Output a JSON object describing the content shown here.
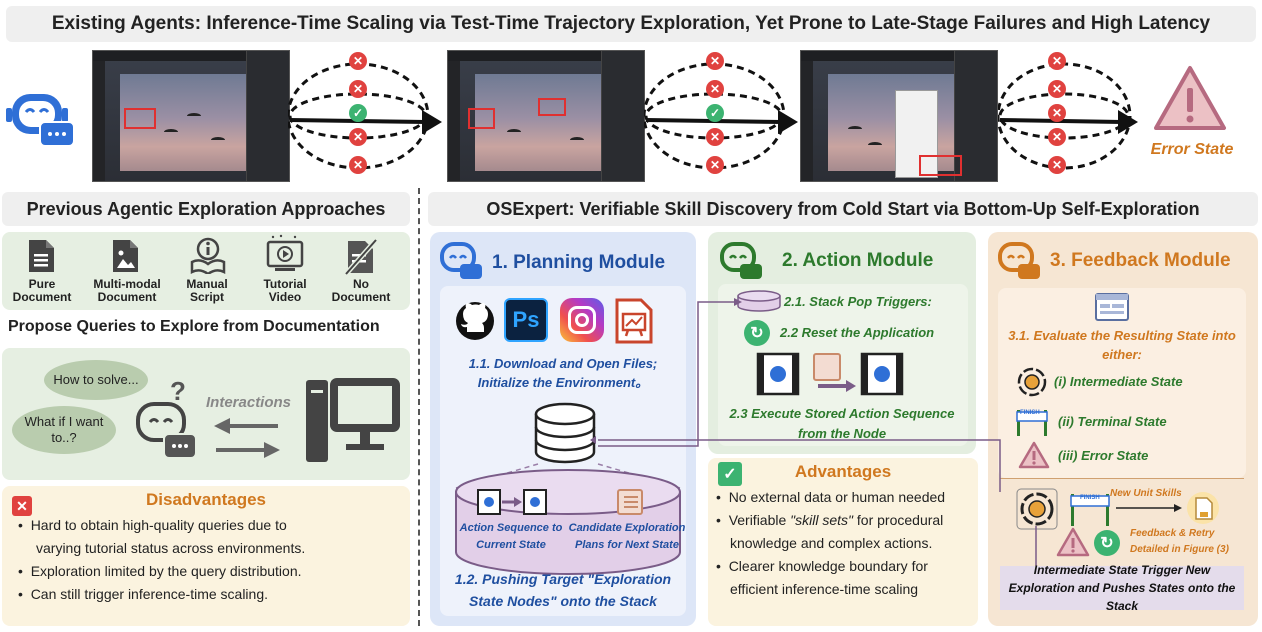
{
  "top": {
    "banner": "Existing Agents: Inference-Time Scaling via Test-Time Trajectory Exploration, Yet Prone to Late-Stage Failures and High Latency",
    "error_state": "Error State"
  },
  "left": {
    "heading": "Previous Agentic Exploration Approaches",
    "docs": [
      {
        "label": "Pure\nDocument",
        "icon": "document-icon"
      },
      {
        "label": "Multi-modal\nDocument",
        "icon": "image-document-icon"
      },
      {
        "label": "Manual\nScript",
        "icon": "manual-book-icon"
      },
      {
        "label": "Tutorial\nVideo",
        "icon": "video-icon"
      },
      {
        "label": "No\nDocument",
        "icon": "no-document-icon"
      }
    ],
    "propose_heading": "Propose Queries to Explore from Documentation",
    "bubble1": "How to solve...",
    "bubble2": "What if I want to..?",
    "interactions": "Interactions",
    "disadvantages_title": "Disadvantages",
    "disadvantages": [
      "Hard to obtain high-quality queries due to",
      "varying tutorial status across environments.",
      "Exploration limited by the query distribution.",
      "Can still trigger inference-time scaling."
    ]
  },
  "right": {
    "heading": "OSExpert: Verifiable Skill Discovery from Cold Start via Bottom-Up Self-Exploration",
    "planning": {
      "title": "1. Planning Module",
      "step1": "1.1. Download and Open Files; Initialize the Environment。",
      "action_seq": "Action Sequence to Current State",
      "candidate": "Candidate Exploration Plans for Next State",
      "step2": "1.2.  Pushing Target \"Exploration State Nodes\" onto the Stack"
    },
    "action": {
      "title": "2. Action Module",
      "s21": "2.1. Stack Pop Triggers:",
      "s22": "2.2 Reset the Application",
      "s23": "2.3 Execute Stored Action Sequence from the Node"
    },
    "advantages": {
      "title": "Advantages",
      "items": [
        "No external data or human needed",
        "Verifiable ",
        "\"skill sets\"",
        " for procedural",
        "knowledge and complex actions.",
        "Clearer knowledge boundary for",
        "efficient inference-time scaling"
      ]
    },
    "feedback": {
      "title": "3. Feedback Module",
      "s31": "3.1. Evaluate the Resulting State into either:",
      "i": "(i) Intermediate State",
      "ii": "(ii) Terminal State",
      "iii": "(iii) Error State",
      "finish": "FINISH",
      "new_skills": "New Unit Skills",
      "feedback_retry": "Feedback & Retry Detailed in Figure (3)",
      "trigger": "Intermediate State Trigger New Exploration and Pushes States onto the Stack"
    }
  },
  "colors": {
    "blue": "#1f4fa0",
    "green": "#2d7a2d",
    "orange": "#d0781f",
    "red": "#e0423f"
  }
}
